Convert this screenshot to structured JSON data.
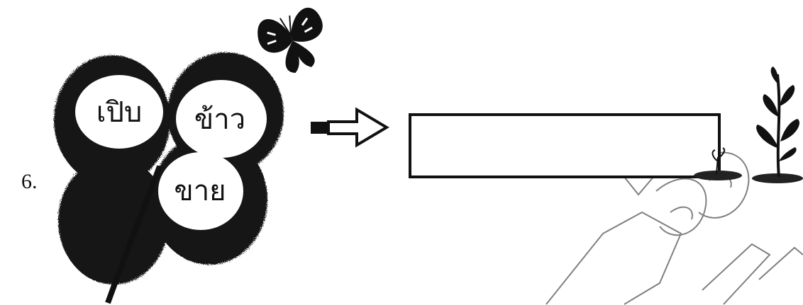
{
  "question": {
    "number": "6.",
    "words": [
      "เปิบ",
      "ข้าว",
      "ขาย"
    ],
    "answer_box_value": ""
  },
  "icons": {
    "clover": "four-leaf-clover-icon",
    "butterfly": "butterfly-icon",
    "arrow": "right-arrow-icon",
    "sprout": "sprout-icon",
    "plant": "plant-icon",
    "watermark": "school-seal-watermark"
  },
  "colors": {
    "ink": "#111111",
    "paper": "#ffffff",
    "watermark": "#555555"
  }
}
